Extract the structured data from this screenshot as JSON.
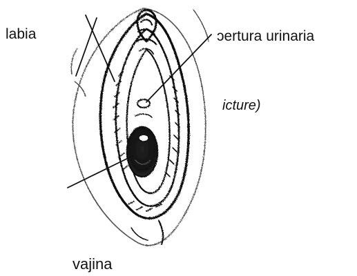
{
  "diagram": {
    "labels": {
      "labia": "labia",
      "urinary_opening": "ɔertura urinaria",
      "picture_note": "icture)",
      "vagina": "vajina"
    },
    "colors": {
      "ink": "#111111",
      "background": "#ffffff"
    }
  }
}
